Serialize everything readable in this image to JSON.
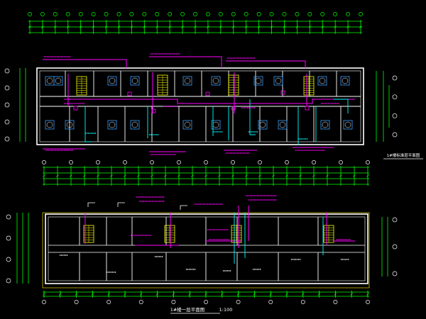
{
  "drawing": {
    "scale_text": "1:100",
    "plan_bottom_title": "1#楼一层平面图",
    "plan_top_title": "1#楼标准层平面图"
  },
  "colors": {
    "background": "#000000",
    "dimension": "#00ff00",
    "wall": "#ffffff",
    "pipe_magenta": "#ff00ff",
    "pipe_cyan": "#00ffff",
    "stair_yellow": "#ffff00",
    "equipment_blue": "#3aa0ff",
    "axis_bubble": "#ffffff",
    "outline_yellow": "#d8c800"
  },
  "icons": [
    "axis-bubble-icon",
    "stair-icon",
    "fan-coil-icon",
    "riser-icon"
  ]
}
